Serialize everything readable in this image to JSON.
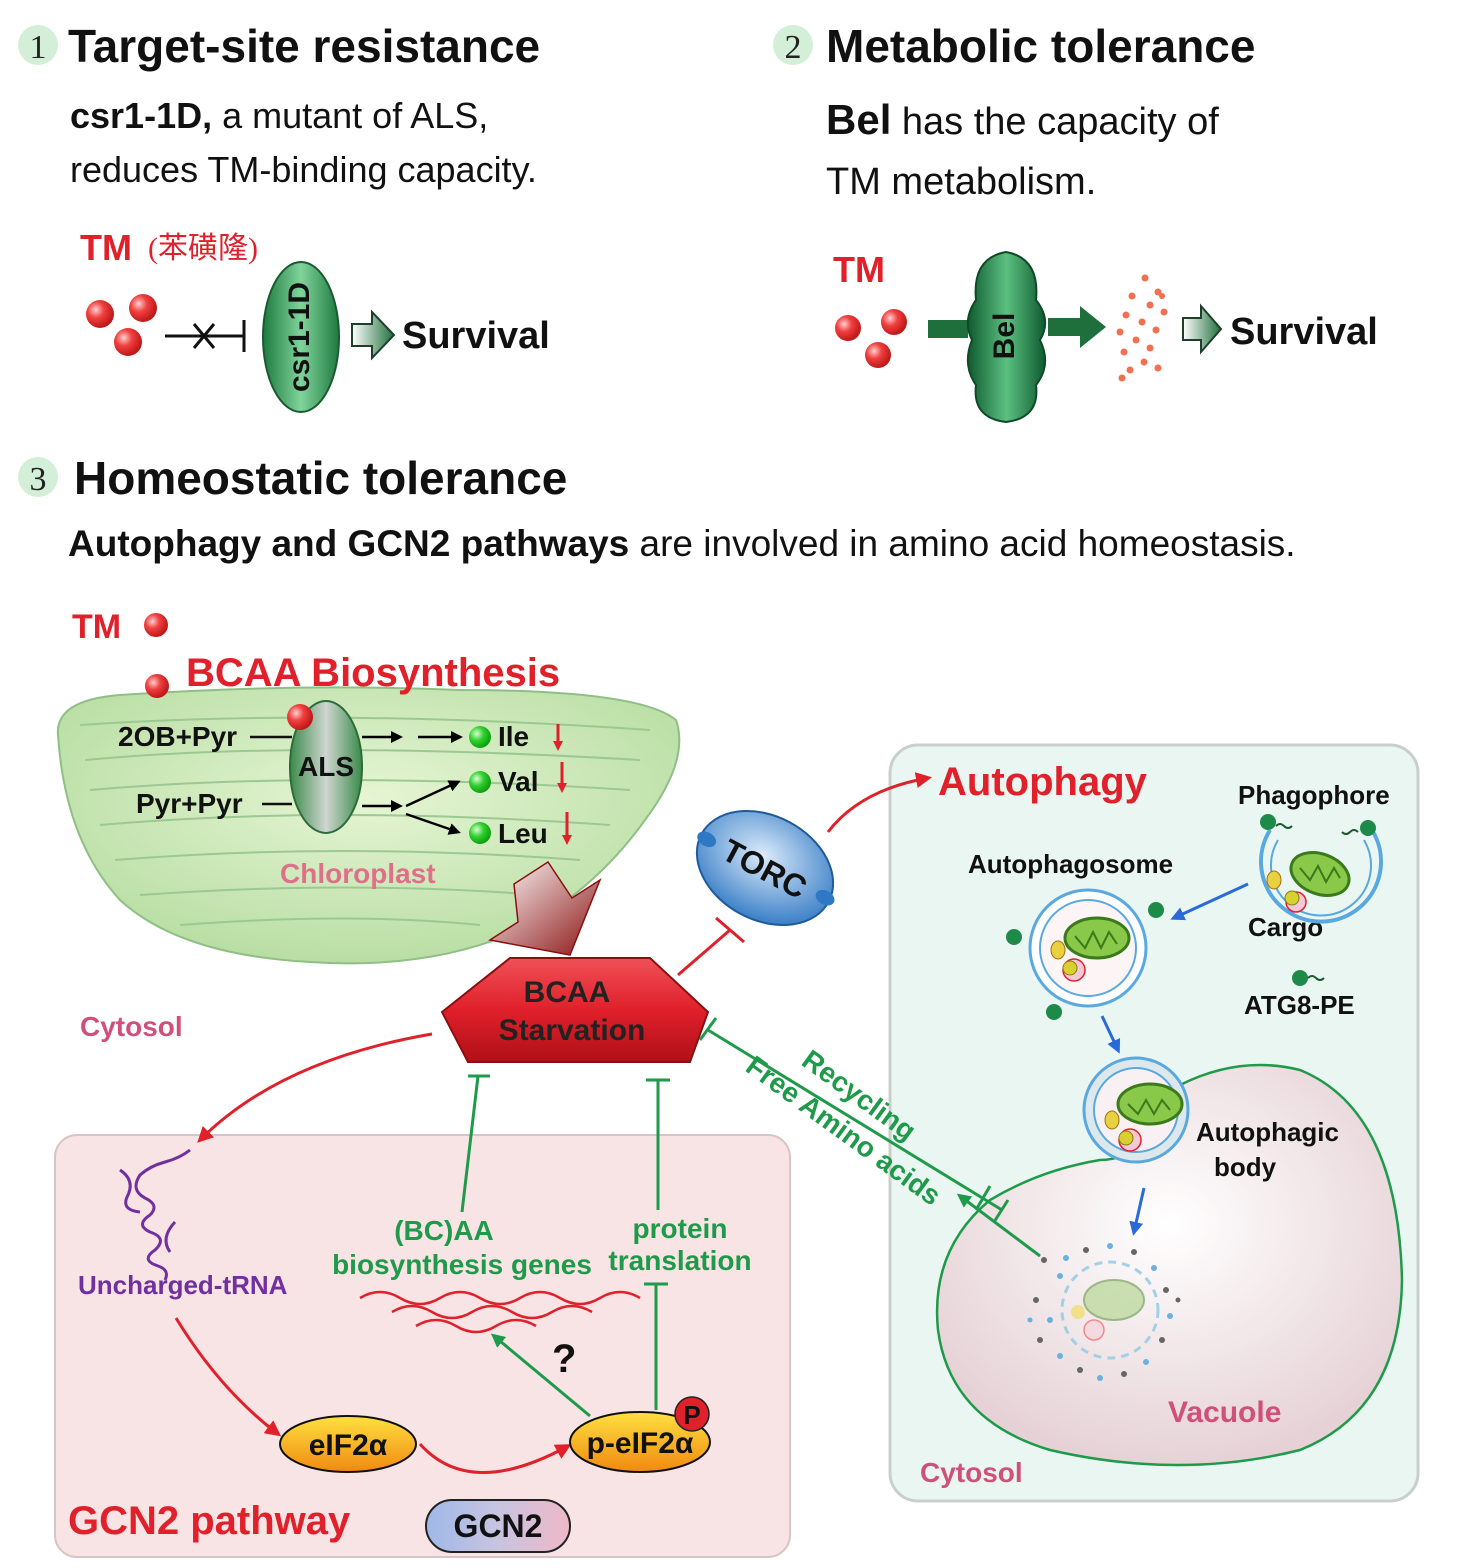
{
  "colors": {
    "red": "#e0202a",
    "green_text": "#1e9a4a",
    "pink_text": "#d0507a",
    "purple_text": "#7030a0",
    "dark_green": "#1f6f3c",
    "blue_arrow": "#2a6ad8",
    "panel_pink": "#f8e4e4",
    "panel_mint": "#eaf6f2"
  },
  "section1": {
    "num": "1",
    "title": "Target-site resistance",
    "desc_bold": "csr1-1D,",
    "desc_rest": " a mutant of ALS,",
    "desc_line2": "reduces TM-binding capacity.",
    "tm_label": "TM",
    "tm_cn": "(苯磺隆)",
    "ellipse_label": "csr1-1D",
    "survival": "Survival"
  },
  "section2": {
    "num": "2",
    "title": "Metabolic tolerance",
    "desc_bold": "Bel",
    "desc_rest": " has the capacity of",
    "desc_line2": "TM metabolism.",
    "tm_label": "TM",
    "enzyme_label": "Bel",
    "survival": "Survival"
  },
  "section3": {
    "num": "3",
    "title": "Homeostatic tolerance",
    "subtitle_bold": "Autophagy and GCN2 pathways",
    "subtitle_rest": " are involved in amino acid homeostasis.",
    "tm_label": "TM",
    "bcaa_biosynthesis": "BCAA Biosynthesis",
    "chloroplast": "Chloroplast",
    "substrate1": "2OB+Pyr",
    "substrate2": "Pyr+Pyr",
    "als": "ALS",
    "ile": "Ile",
    "val": "Val",
    "leu": "Leu",
    "cytosol_left": "Cytosol",
    "bcaa_starv_1": "BCAA",
    "bcaa_starv_2": "Starvation",
    "torc": "TORC",
    "autophagy": "Autophagy",
    "phagophore": "Phagophore",
    "autophagosome": "Autophagosome",
    "cargo": "Cargo",
    "atg8": "ATG8-PE",
    "autophagic_body_1": "Autophagic",
    "autophagic_body_2": "body",
    "recycling": "Recycling",
    "free_aa": "Free Amino acids",
    "vacuole": "Vacuole",
    "cytosol_right": "Cytosol",
    "uncharged_trna": "Uncharged-tRNA",
    "bcaa_genes_1": "(BC)AA",
    "bcaa_genes_2": "biosynthesis genes",
    "protein_1": "protein",
    "protein_2": "translation",
    "question": "?",
    "eif2a": "eIF2α",
    "p_eif2a": "p-eIF2α",
    "p_badge": "P",
    "gcn2": "GCN2",
    "gcn2_pathway": "GCN2 pathway"
  }
}
